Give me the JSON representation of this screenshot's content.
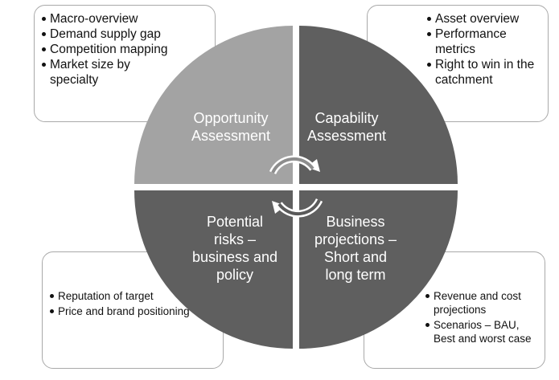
{
  "colors": {
    "opportunity_quadrant": "#a3a3a3",
    "other_quadrants": "#5f5f5f",
    "quadrant_text": "#ffffff",
    "box_border": "#a9a9a9"
  },
  "quadrants": {
    "opportunity": {
      "line1": "Opportunity",
      "line2": "Assessment"
    },
    "capability": {
      "line1": "Capability",
      "line2": "Assessment"
    },
    "risks": {
      "line1": "Potential",
      "line2": "risks –",
      "line3": "business and",
      "line4": "policy"
    },
    "projections": {
      "line1": "Business",
      "line2": "projections –",
      "line3": "Short and",
      "line4": "long term"
    }
  },
  "boxes": {
    "opportunity": [
      "Macro-overview",
      "Demand supply gap",
      "Competition mapping",
      "Market size by specialty"
    ],
    "capability": [
      "Asset overview",
      "Performance metrics",
      "Right to win in the catchment"
    ],
    "risks": [
      "Reputation of target",
      "Price and brand positioning"
    ],
    "projections": [
      "Revenue and cost projections",
      "Scenarios – BAU, Best and worst case"
    ]
  },
  "center_icon": "circular-arrows-icon"
}
